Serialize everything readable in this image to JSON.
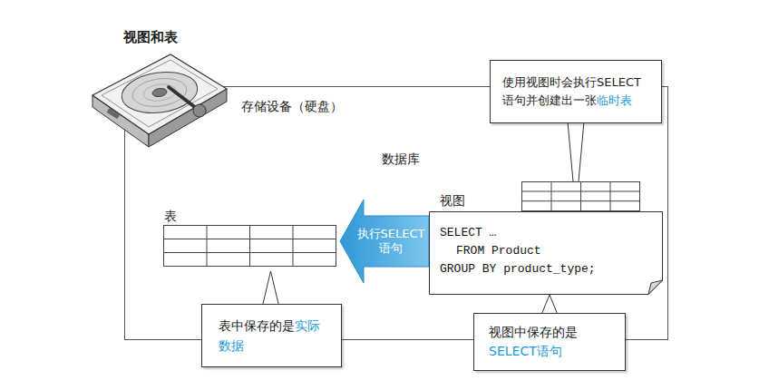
{
  "diagram": {
    "title": "视图和表",
    "nodes": [
      {
        "text": [
          "存储设备（硬盘）"
        ]
      },
      {
        "text": [
          "数据库"
        ],
        "in": 0
      },
      {
        "text": [
          "表"
        ],
        "in": 1
      },
      {
        "text": [
          "视图",
          "SELECT …",
          "FROM Product",
          "GROUP BY product_type;"
        ],
        "in": 1
      },
      {
        "text": [
          "使用视图时会执行SELECT 语句并创建出一张",
          "临时表"
        ]
      },
      {
        "text": [
          "表中保存的是",
          "实际数据"
        ]
      },
      {
        "text": [
          "视图中保存的是",
          "SELECT语句"
        ]
      }
    ],
    "edges": [
      {
        "from": 3,
        "to": 2,
        "arrow": "to",
        "label": "执行SELECT 语句"
      },
      {
        "from": 4,
        "to": 3,
        "arrow": "none"
      },
      {
        "from": 5,
        "to": 2,
        "arrow": "none"
      },
      {
        "from": 6,
        "to": 3,
        "arrow": "none"
      }
    ]
  }
}
